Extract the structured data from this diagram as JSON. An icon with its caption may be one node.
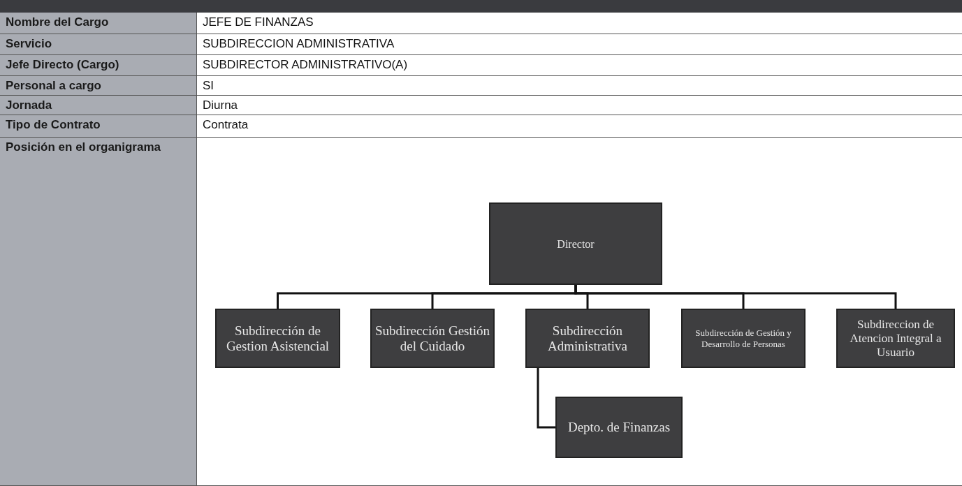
{
  "diagram": {
    "nodes": [
      {
        "text": [
          "Director"
        ]
      },
      {
        "text": [
          "Subdirección de Gestion Asistencial"
        ]
      },
      {
        "text": [
          "Subdirección Gestión del Cuidado"
        ]
      },
      {
        "text": [
          "Subdirección Administrativa"
        ]
      },
      {
        "text": [
          "Subdirección de Gestión y Desarrollo de Personas"
        ]
      },
      {
        "text": [
          "Subdireccion de Atencion Integral a Usuario"
        ]
      },
      {
        "text": [
          "Depto. de Finanzas"
        ]
      }
    ],
    "edges": [
      {
        "from": 0,
        "to": 1,
        "arrow": "none"
      },
      {
        "from": 0,
        "to": 2,
        "arrow": "none"
      },
      {
        "from": 0,
        "to": 3,
        "arrow": "none"
      },
      {
        "from": 0,
        "to": 4,
        "arrow": "none"
      },
      {
        "from": 0,
        "to": 5,
        "arrow": "none"
      },
      {
        "from": 3,
        "to": 6,
        "arrow": "none"
      }
    ],
    "labels": [
      "Nombre del Cargo",
      "JEFE DE FINANZAS",
      "Servicio",
      "SUBDIRECCION ADMINISTRATIVA",
      "Jefe Directo (Cargo)",
      "SUBDIRECTOR ADMINISTRATIVO(A)",
      "Personal a cargo",
      "SI",
      "Jornada",
      "Diurna",
      "Tipo de Contrato",
      "Contrata",
      "Posición en el organigrama"
    ]
  }
}
